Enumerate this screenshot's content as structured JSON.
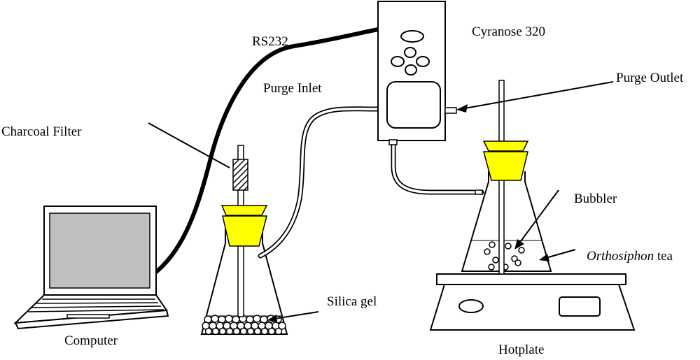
{
  "labels": {
    "rs232": "RS232",
    "cyranose": "Cyranose 320",
    "purge_inlet": "Purge Inlet",
    "purge_outlet": "Purge Outlet",
    "charcoal_filter": "Charcoal Filter",
    "bubbler": "Bubbler",
    "tea_italic": "Orthosiphon",
    "tea_rest": " tea",
    "silica_gel": "Silica gel",
    "computer": "Computer",
    "hotplate": "Hotplate"
  },
  "colors": {
    "stopper": "#ffff00",
    "line": "#000000",
    "background": "#ffffff"
  }
}
